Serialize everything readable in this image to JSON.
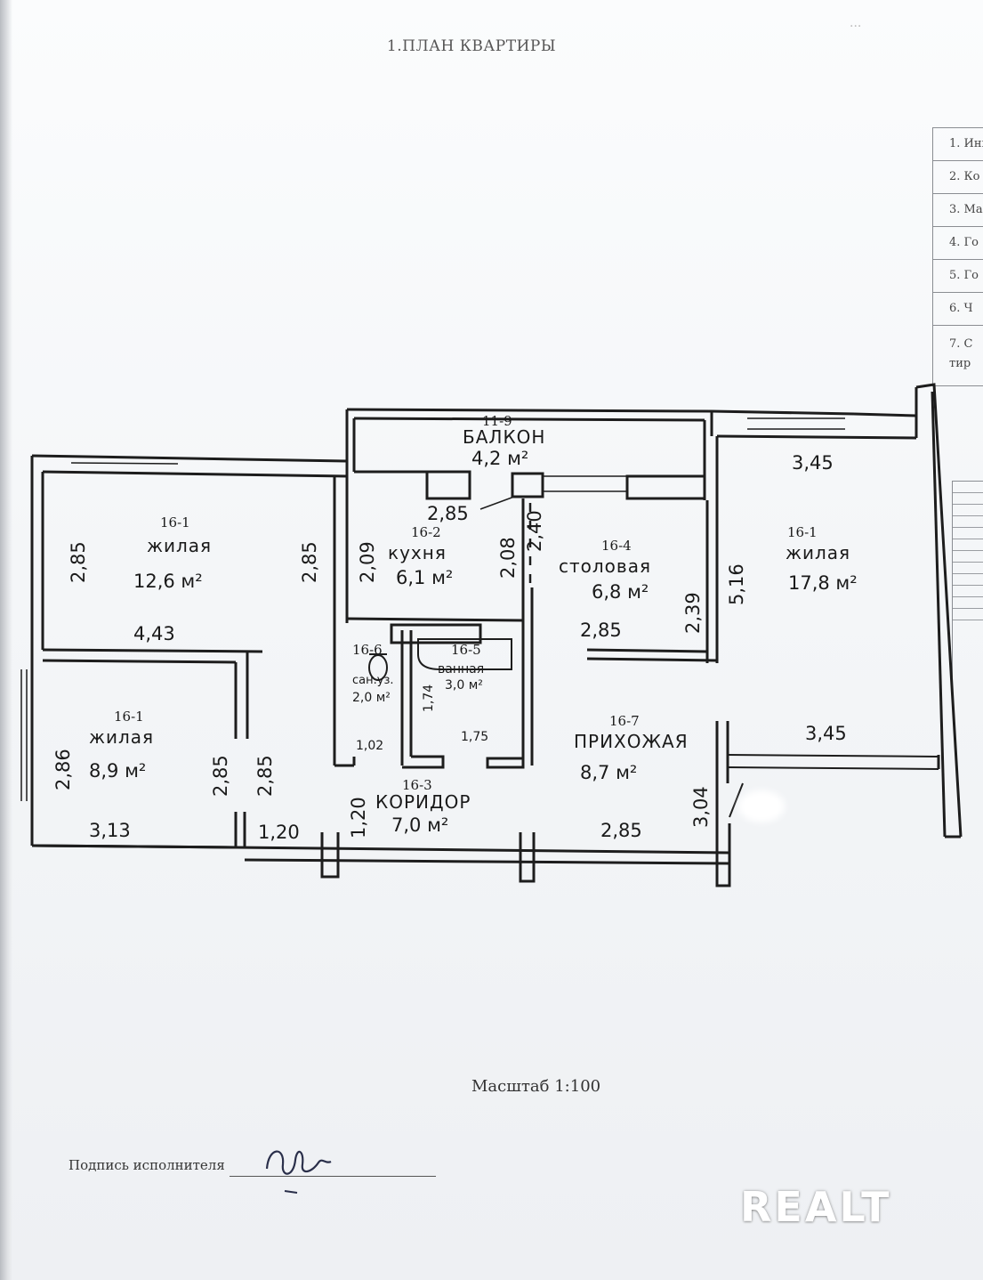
{
  "document": {
    "title": "1.ПЛАН КВАРТИРЫ",
    "corner_mark": "···",
    "scale": "Масштаб 1:100",
    "signature_label": "Подпись исполнителя",
    "watermark": "REALT"
  },
  "side_table": {
    "rows": [
      "1. Инв",
      "2. Ко",
      "3. Ма",
      "4. Го",
      "5. Го",
      "6. Ч",
      "7. С"
    ],
    "last_row_extra": "тир"
  },
  "rooms": {
    "balcony": {
      "code": "11-9",
      "name": "БАЛКОН",
      "area": "4,2 м²"
    },
    "living1": {
      "code": "16-1",
      "name": "жилая",
      "area": "12,6 м²"
    },
    "kitchen": {
      "code": "16-2",
      "name": "кухня",
      "area": "6,1 м²"
    },
    "dining": {
      "code": "16-4",
      "name": "столовая",
      "area": "6,8 м²"
    },
    "living3": {
      "code": "16-1",
      "name": "жилая",
      "area": "17,8 м²"
    },
    "toilet": {
      "code": "16-6",
      "name": "сан.уз.",
      "area": "2,0 м²"
    },
    "bath": {
      "code": "16-5",
      "name": "ванная",
      "area": "3,0 м²"
    },
    "living2": {
      "code": "16-1",
      "name": "жилая",
      "area": "8,9 м²"
    },
    "hall": {
      "code": "16-7",
      "name": "ПРИХОЖАЯ",
      "area": "8,7 м²"
    },
    "corridor": {
      "code": "16-3",
      "name": "КОРИДОР",
      "area": "7,0 м²"
    }
  },
  "dimensions": {
    "d_345_top": "3,45",
    "d_285_balcony": "2,85",
    "d_240": "2,40",
    "d_285_left_v": "2,85",
    "d_285_mid_v": "2,85",
    "d_209": "2,09",
    "d_208": "2,08",
    "d_516": "5,16",
    "d_239": "2,39",
    "d_443": "4,43",
    "d_285_dining": "2,85",
    "d_174": "1,74",
    "d_175": "1,75",
    "d_102": "1,02",
    "d_345_bottom": "3,45",
    "d_286": "2,86",
    "d_285_b1": "2,85",
    "d_285_b2": "2,85",
    "d_304": "3,04",
    "d_120_v": "1,20",
    "d_313": "3,13",
    "d_120_h": "1,20",
    "d_285_corr": "2,85"
  }
}
